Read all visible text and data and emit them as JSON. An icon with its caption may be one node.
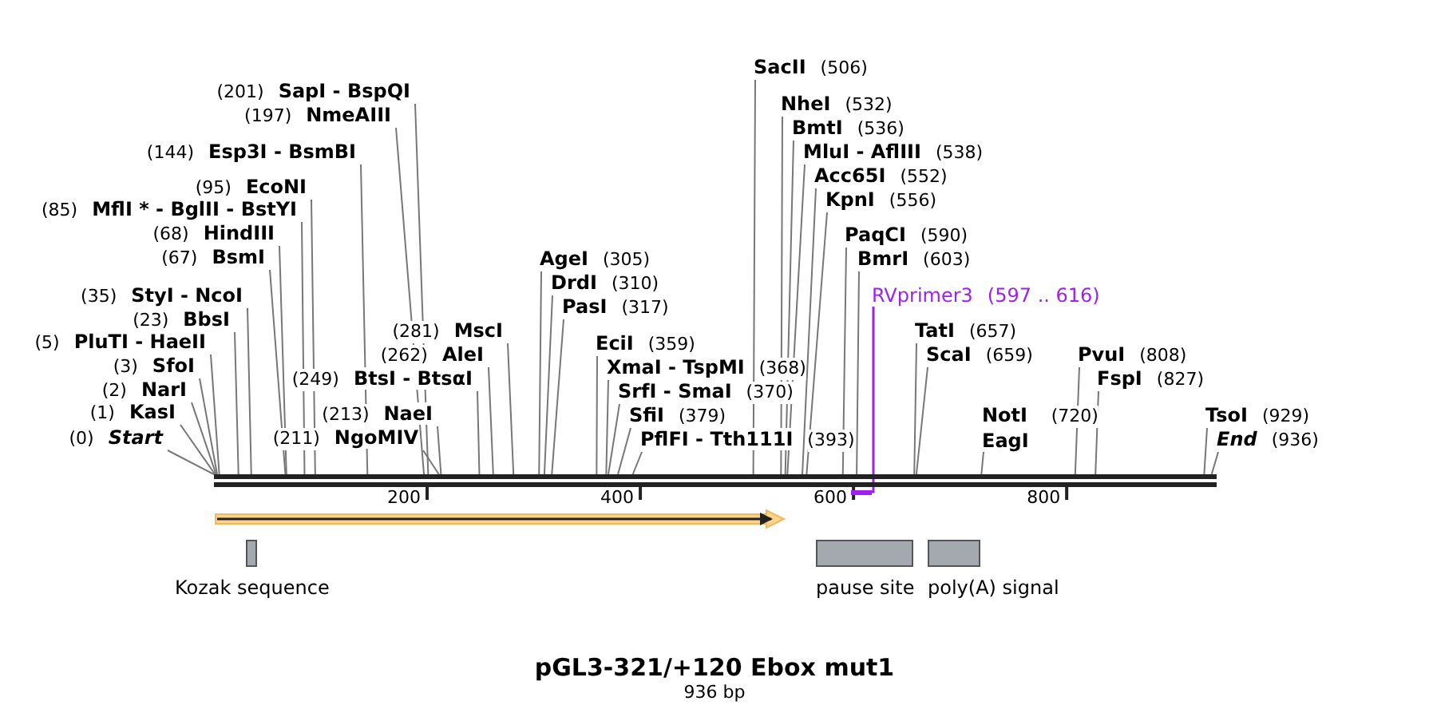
{
  "diagram": {
    "title": "pGL3-321/+120 Ebox mut1",
    "caption": "936 bp",
    "nodes": [
      {
        "text": [
          "(201)",
          "SapI - BspQI"
        ]
      },
      {
        "text": [
          "(197)",
          "NmeAIII"
        ]
      },
      {
        "text": [
          "(144)",
          "Esp3I - BsmBI"
        ]
      },
      {
        "text": [
          "(95)",
          "EcoNI"
        ]
      },
      {
        "text": [
          "(85)",
          "MflI * - BglII - BstYI"
        ]
      },
      {
        "text": [
          "(68)",
          "HindIII"
        ]
      },
      {
        "text": [
          "(67)",
          "BsmI"
        ]
      },
      {
        "text": [
          "(35)",
          "StyI - NcoI"
        ]
      },
      {
        "text": [
          "(23)",
          "BbsI"
        ]
      },
      {
        "text": [
          "(5)",
          "PluTI - HaeII"
        ]
      },
      {
        "text": [
          "(3)",
          "SfoI"
        ]
      },
      {
        "text": [
          "(2)",
          "NarI"
        ]
      },
      {
        "text": [
          "(1)",
          "KasI"
        ]
      },
      {
        "text": [
          "(0)",
          "Start"
        ]
      },
      {
        "text": [
          "(281)",
          "MscI"
        ]
      },
      {
        "text": [
          "(262)",
          "AleI"
        ]
      },
      {
        "text": [
          "(249)",
          "BtsI - BtsαI"
        ]
      },
      {
        "text": [
          "(213)",
          "NaeI"
        ]
      },
      {
        "text": [
          "(211)",
          "NgoMIV"
        ]
      },
      {
        "text": [
          "AgeI",
          "(305)"
        ]
      },
      {
        "text": [
          "DrdI",
          "(310)"
        ]
      },
      {
        "text": [
          "PasI",
          "(317)"
        ]
      },
      {
        "text": [
          "EciI",
          "(359)"
        ]
      },
      {
        "text": [
          "XmaI - TspMI",
          "(368)"
        ]
      },
      {
        "text": [
          "SrfI - SmaI",
          "(370)"
        ]
      },
      {
        "text": [
          "SfiI",
          "(379)"
        ]
      },
      {
        "text": [
          "PflFI - Tth111I",
          "(393)"
        ]
      },
      {
        "text": [
          "SacII",
          "(506)"
        ]
      },
      {
        "text": [
          "NheI",
          "(532)"
        ]
      },
      {
        "text": [
          "BmtI",
          "(536)"
        ]
      },
      {
        "text": [
          "MluI - AflIII",
          "(538)"
        ]
      },
      {
        "text": [
          "Acc65I",
          "(552)"
        ]
      },
      {
        "text": [
          "KpnI",
          "(556)"
        ]
      },
      {
        "text": [
          "PaqCI",
          "(590)"
        ]
      },
      {
        "text": [
          "BmrI",
          "(603)"
        ]
      },
      {
        "text": [
          "RVprimer3",
          "(597 .. 616)"
        ]
      },
      {
        "text": [
          "TatI",
          "(657)"
        ]
      },
      {
        "text": [
          "ScaI",
          "(659)"
        ]
      },
      {
        "text": [
          "NotI",
          "EagI",
          "(720)"
        ]
      },
      {
        "text": [
          "PvuI",
          "(808)"
        ]
      },
      {
        "text": [
          "FspI",
          "(827)"
        ]
      },
      {
        "text": [
          "TsoI",
          "(929)"
        ]
      },
      {
        "text": [
          "End",
          "(936)"
        ]
      },
      {
        "text": [],
        "shape": "bar"
      },
      {
        "text": [],
        "shape": "bar"
      },
      {
        "text": [],
        "shape": "arrow"
      },
      {
        "text": [
          "Kozak sequence"
        ]
      },
      {
        "text": [
          "pause site"
        ]
      },
      {
        "text": [
          "poly(A) signal"
        ]
      }
    ],
    "edges": [
      {
        "from": 0,
        "to": 43,
        "arrow": "none"
      },
      {
        "from": 1,
        "to": 43,
        "arrow": "none"
      },
      {
        "from": 2,
        "to": 43,
        "arrow": "none"
      },
      {
        "from": 3,
        "to": 43,
        "arrow": "none"
      },
      {
        "from": 4,
        "to": 43,
        "arrow": "none"
      },
      {
        "from": 5,
        "to": 43,
        "arrow": "none"
      },
      {
        "from": 6,
        "to": 43,
        "arrow": "none"
      },
      {
        "from": 7,
        "to": 43,
        "arrow": "none"
      },
      {
        "from": 8,
        "to": 43,
        "arrow": "none"
      },
      {
        "from": 9,
        "to": 43,
        "arrow": "none"
      },
      {
        "from": 10,
        "to": 43,
        "arrow": "none"
      },
      {
        "from": 11,
        "to": 43,
        "arrow": "none"
      },
      {
        "from": 12,
        "to": 43,
        "arrow": "none"
      },
      {
        "from": 13,
        "to": 43,
        "arrow": "none"
      },
      {
        "from": 14,
        "to": 43,
        "arrow": "none"
      },
      {
        "from": 15,
        "to": 43,
        "arrow": "none"
      },
      {
        "from": 16,
        "to": 43,
        "arrow": "none"
      },
      {
        "from": 17,
        "to": 43,
        "arrow": "none"
      },
      {
        "from": 18,
        "to": 43,
        "arrow": "none"
      },
      {
        "from": 19,
        "to": 43,
        "arrow": "none"
      },
      {
        "from": 20,
        "to": 43,
        "arrow": "none"
      },
      {
        "from": 21,
        "to": 43,
        "arrow": "none"
      },
      {
        "from": 22,
        "to": 43,
        "arrow": "none"
      },
      {
        "from": 23,
        "to": 43,
        "arrow": "none"
      },
      {
        "from": 24,
        "to": 43,
        "arrow": "none"
      },
      {
        "from": 25,
        "to": 43,
        "arrow": "none"
      },
      {
        "from": 26,
        "to": 43,
        "arrow": "none"
      },
      {
        "from": 27,
        "to": 43,
        "arrow": "none"
      },
      {
        "from": 28,
        "to": 43,
        "arrow": "none"
      },
      {
        "from": 29,
        "to": 43,
        "arrow": "none"
      },
      {
        "from": 30,
        "to": 43,
        "arrow": "none"
      },
      {
        "from": 31,
        "to": 43,
        "arrow": "none"
      },
      {
        "from": 32,
        "to": 43,
        "arrow": "none"
      },
      {
        "from": 33,
        "to": 43,
        "arrow": "none"
      },
      {
        "from": 34,
        "to": 43,
        "arrow": "none"
      },
      {
        "from": 35,
        "to": 44,
        "arrow": "none",
        "color": "#a020f0"
      },
      {
        "from": 36,
        "to": 43,
        "arrow": "none"
      },
      {
        "from": 37,
        "to": 43,
        "arrow": "none"
      },
      {
        "from": 38,
        "to": 43,
        "arrow": "none"
      },
      {
        "from": 39,
        "to": 43,
        "arrow": "none"
      },
      {
        "from": 40,
        "to": 43,
        "arrow": "none"
      },
      {
        "from": 41,
        "to": 43,
        "arrow": "none"
      },
      {
        "from": 42,
        "to": 43,
        "arrow": "none"
      }
    ],
    "labels": [
      "200",
      "400",
      "600",
      "800"
    ]
  }
}
